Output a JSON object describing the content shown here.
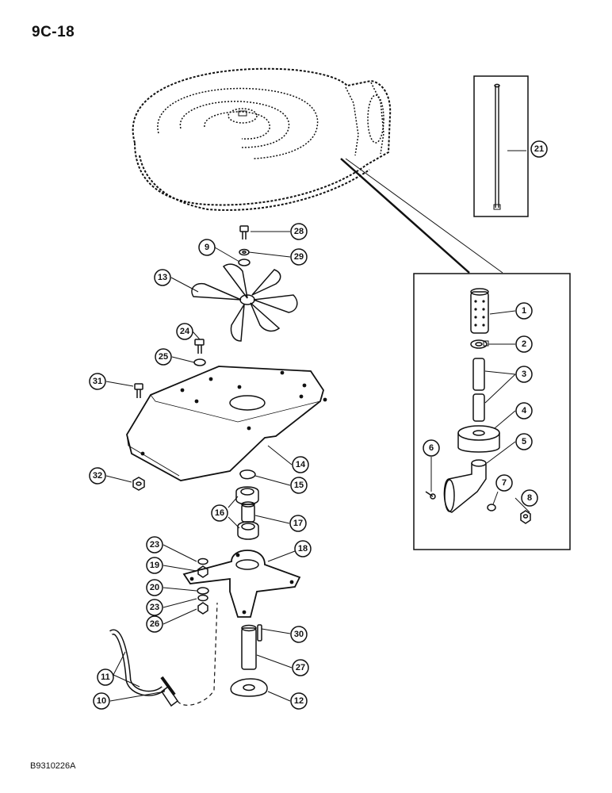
{
  "page": {
    "code": "9C-18",
    "document_id": "B9310226A"
  },
  "callouts": {
    "c1": "1",
    "c2": "2",
    "c3": "3",
    "c4": "4",
    "c5": "5",
    "c6": "6",
    "c7": "7",
    "c8": "8",
    "c9": "9",
    "c10": "10",
    "c11": "11",
    "c12": "12",
    "c13": "13",
    "c14": "14",
    "c15": "15",
    "c16": "16",
    "c17": "17",
    "c18": "18",
    "c19": "19",
    "c20": "20",
    "c21": "21",
    "c23a": "23",
    "c23b": "23",
    "c24": "24",
    "c25": "25",
    "c26": "26",
    "c27": "27",
    "c28": "28",
    "c29": "29",
    "c30": "30",
    "c31": "31",
    "c32": "32"
  }
}
